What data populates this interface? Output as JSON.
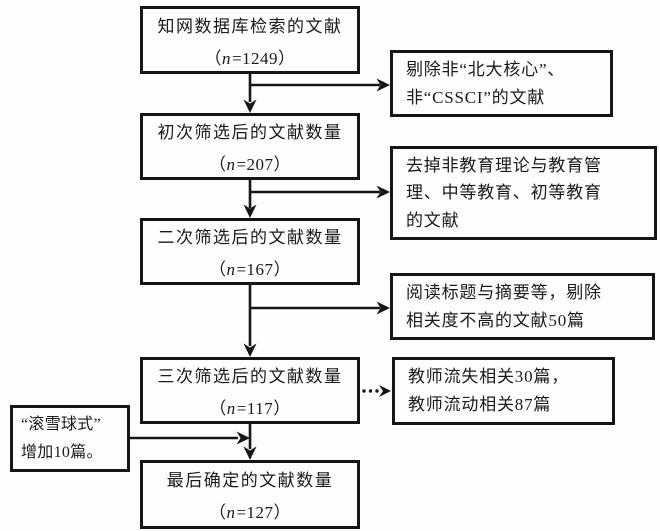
{
  "diagram": {
    "type": "flowchart",
    "topic": "literature-screening-process",
    "colors": {
      "line": "#161616",
      "text": "#1a1a1a",
      "background": "#fefefe"
    },
    "main_flow": [
      {
        "title": "知网数据库检索的文献",
        "paren_open": "（",
        "n_var": "n",
        "n_rest": "=1249）"
      },
      {
        "title": "初次筛选后的文献数量",
        "paren_open": "（",
        "n_var": "n",
        "n_rest": "=207）"
      },
      {
        "title": "二次筛选后的文献数量",
        "paren_open": "（",
        "n_var": "n",
        "n_rest": "=167）"
      },
      {
        "title": "三次筛选后的文献数量",
        "paren_open": "（",
        "n_var": "n",
        "n_rest": "=117）"
      },
      {
        "title": "最后确定的文献数量",
        "paren_open": "（",
        "n_var": "n",
        "n_rest": "=127）"
      }
    ],
    "side_notes": [
      {
        "lines": {
          "0": "剔除非“北大核心”、",
          "1": "非“CSSCI”的文献"
        }
      },
      {
        "lines": {
          "0": "去掉非教育理论与教育管",
          "1": "理、中等教育、初等教育",
          "2": "的文献"
        }
      },
      {
        "lines": {
          "0": "阅读标题与摘要等，剔除",
          "1": "相关度不高的文献50篇"
        }
      },
      {
        "lines": {
          "0": "教师流失相关30篇，",
          "1": "教师流动相关87篇"
        }
      }
    ],
    "left_note": {
      "lines": {
        "0": "“滚雪球式”",
        "1": "增加10篇。"
      }
    }
  }
}
